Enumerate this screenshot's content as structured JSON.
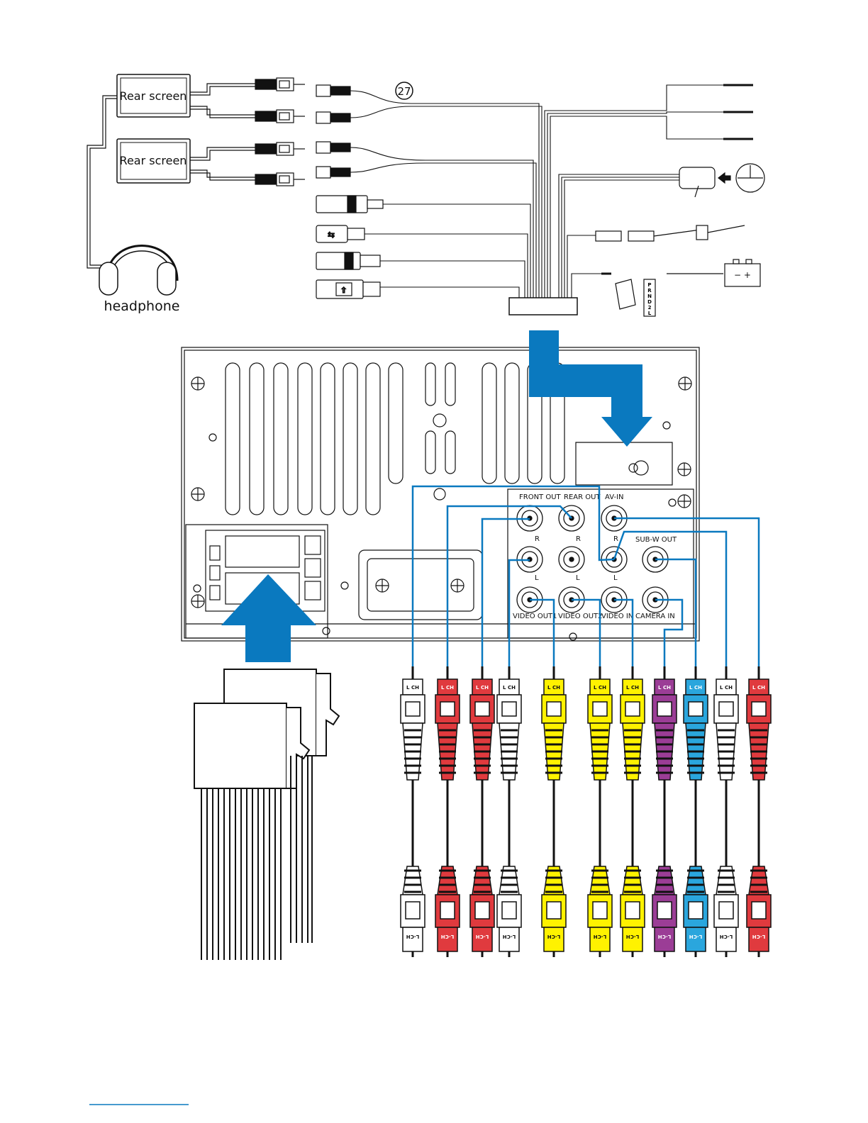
{
  "top": {
    "rear_screen_1": "Rear screen",
    "rear_screen_2": "Rear screen",
    "headphone": "headphone",
    "callout": "27",
    "gear_letters": [
      "P",
      "R",
      "N",
      "D",
      "2",
      "L"
    ],
    "battery": "− +"
  },
  "panel": {
    "front_out": "FRONT OUT",
    "rear_out": "REAR OUT",
    "av_in": "AV-IN",
    "subw_out": "SUB-W OUT",
    "r": "R",
    "l": "L",
    "video_out1": "VIDEO OUT1",
    "video_out2": "VIDEO OUT2",
    "video_in": "VIDEO IN",
    "camera_in": "CAMERA IN"
  },
  "cables": [
    {
      "color": "white",
      "tag": "L CH",
      "tag_bottom": "L-CH"
    },
    {
      "color": "red",
      "tag": "L CH",
      "tag_bottom": "L-CH"
    },
    {
      "color": "red",
      "tag": "L CH",
      "tag_bottom": "L-CH"
    },
    {
      "color": "white",
      "tag": "L CH",
      "tag_bottom": "L-CH"
    },
    {
      "color": "yellow",
      "tag": "L CH",
      "tag_bottom": "L-CH"
    },
    {
      "color": "yellow",
      "tag": "L CH",
      "tag_bottom": "L-CH"
    },
    {
      "color": "yellow",
      "tag": "L CH",
      "tag_bottom": "L-CH"
    },
    {
      "color": "purple",
      "tag": "L CH",
      "tag_bottom": "L-CH"
    },
    {
      "color": "blue",
      "tag": "L CH",
      "tag_bottom": "L-CH"
    },
    {
      "color": "white",
      "tag": "L CH",
      "tag_bottom": "L-CH"
    },
    {
      "color": "red",
      "tag": "L CH",
      "tag_bottom": "L-CH"
    }
  ],
  "colors": {
    "white": "#ffffff",
    "red": "#e03a3e",
    "yellow": "#fff200",
    "purple": "#9b3d96",
    "blue": "#2aa6dd",
    "accent_blue": "#0a79bf",
    "line": "#111111"
  }
}
